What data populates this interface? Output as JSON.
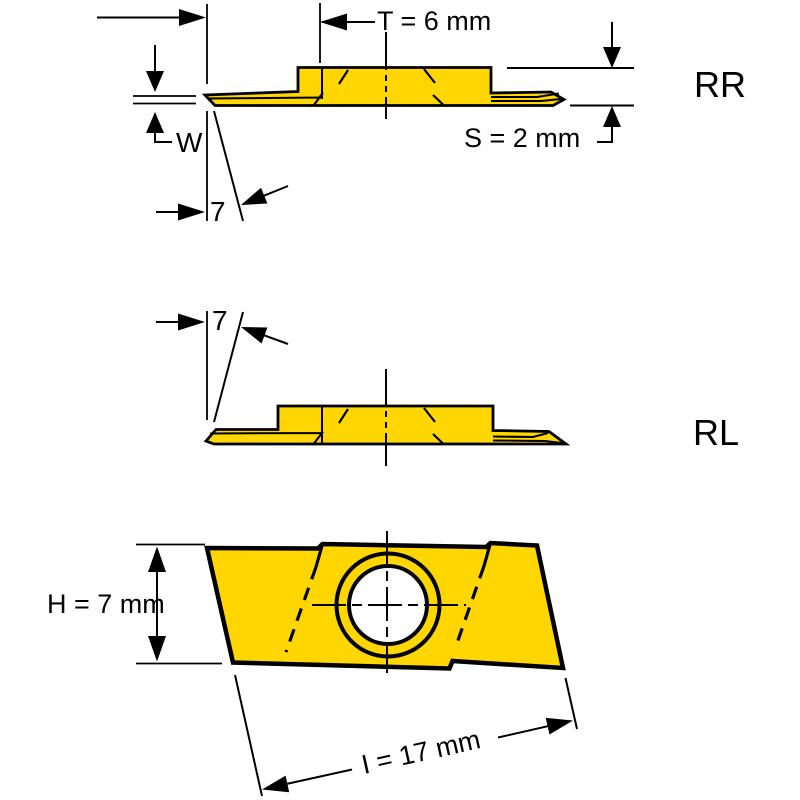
{
  "figure": {
    "type": "technical-drawing",
    "description": "Parting/grooving cutting insert dimensional drawing with two side views (RR, RL) and one top view",
    "views": {
      "side_view_rr": {
        "label": "RR",
        "dimensions": {
          "t": "T = 6 mm",
          "s": "S = 2 mm",
          "w": "W",
          "angle": "7"
        }
      },
      "side_view_rl": {
        "label": "RL",
        "dimensions": {
          "angle": "7"
        }
      },
      "top_view": {
        "dimensions": {
          "h": "H = 7 mm",
          "i": "I = 17 mm"
        }
      }
    },
    "colors": {
      "insert_yellow": "#FFD600",
      "line_black": "#000000",
      "background": "#FFFFFF"
    }
  }
}
